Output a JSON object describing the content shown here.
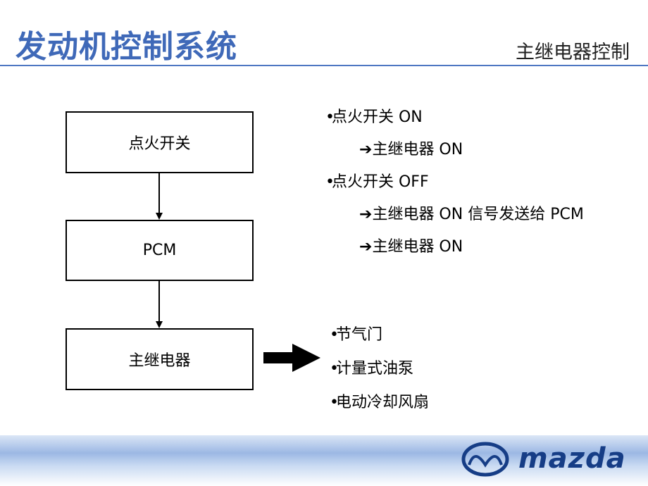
{
  "header": {
    "title": "发动机控制系统",
    "subtitle": "主继电器控制"
  },
  "flow": {
    "boxes": [
      "点火开关",
      "PCM",
      "主继电器"
    ]
  },
  "notes": {
    "l1": "点火开关 ON",
    "l2": "主继电器 ON",
    "l3": "点火开关 OFF",
    "l4": "主继电器 ON 信号发送给 PCM",
    "l5": "主继电器 ON"
  },
  "components": [
    "节气门",
    "计量式油泵",
    "电动冷却风扇"
  ],
  "logo": {
    "wordmark": "mazda"
  },
  "colors": {
    "title": "#3f69b8",
    "rule": "#4d77c2",
    "logo": "#163d86"
  }
}
